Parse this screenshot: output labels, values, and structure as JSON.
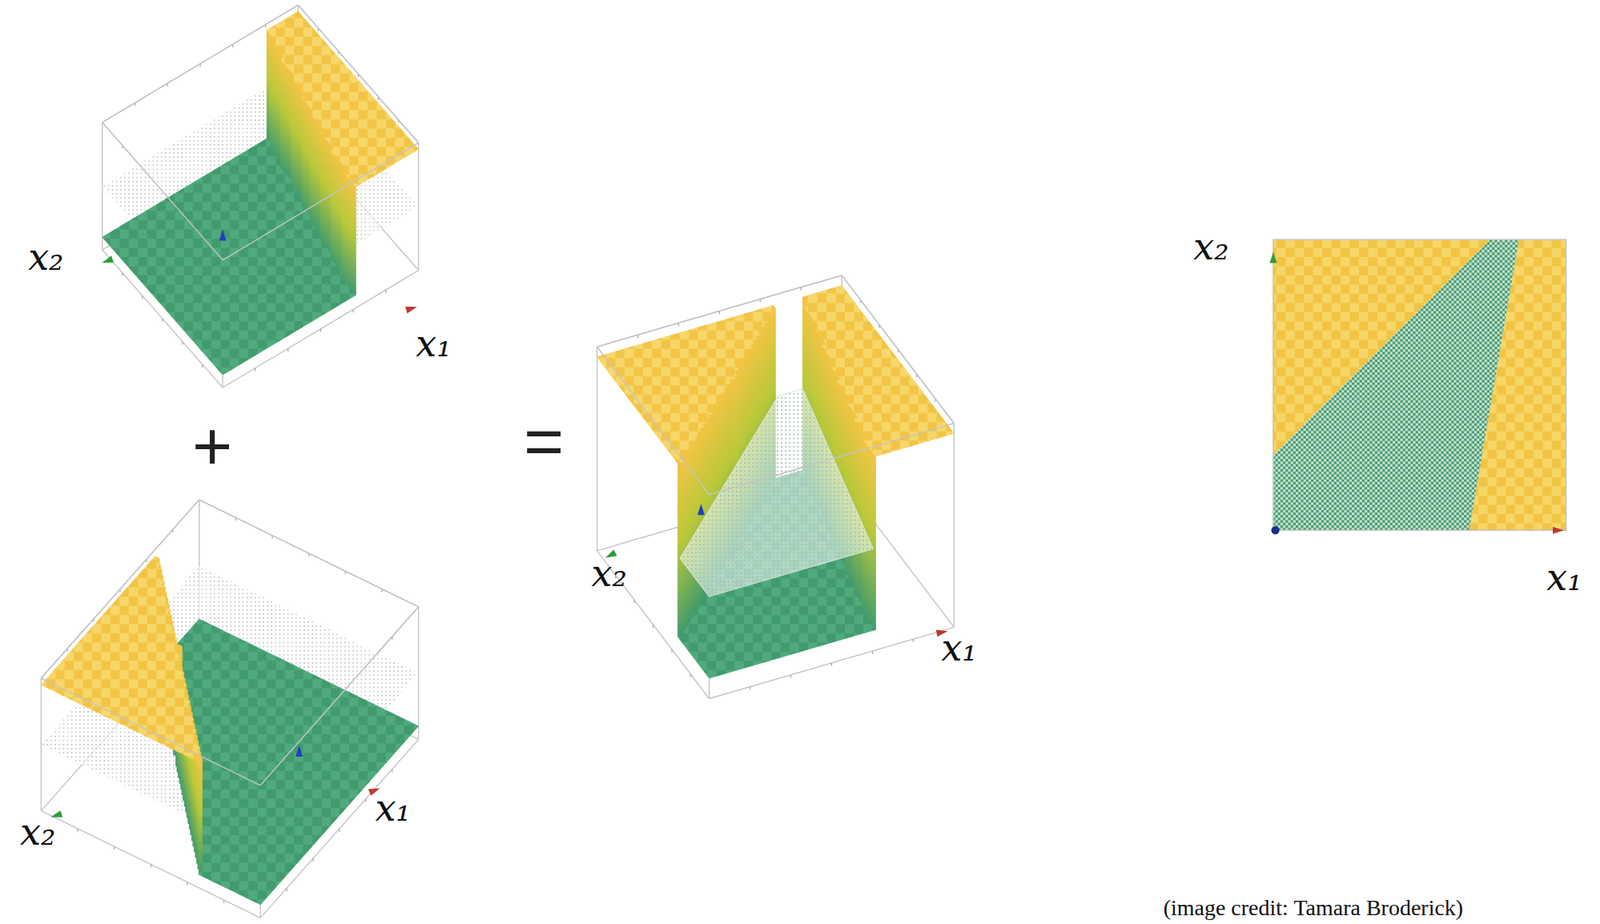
{
  "diagram": {
    "labels": [
      "x₂",
      "x₁",
      "+",
      "x₂",
      "x₁",
      "=",
      "x₂",
      "x₁",
      "x₂",
      "x₁",
      "(image credit: Tamara Broderick)"
    ]
  }
}
